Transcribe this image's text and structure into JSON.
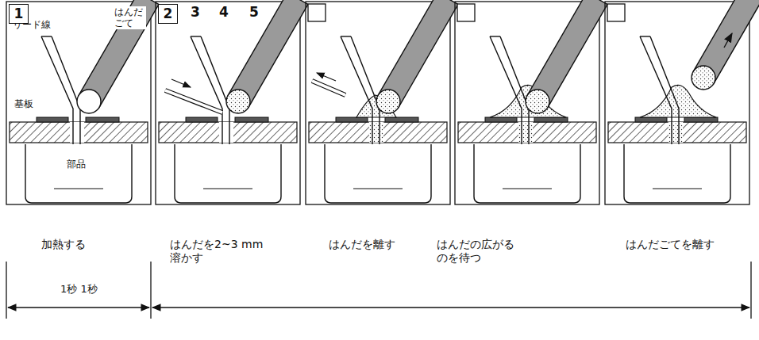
{
  "diagram": {
    "nodes": [
      {
        "text": [
          "1"
        ]
      },
      {
        "text": [
          "2"
        ]
      }
    ],
    "labels": [
      "3",
      "4",
      "5",
      "はんだ ごて",
      "リード線",
      "基板",
      "部品",
      "加熱する",
      "はんだを2~3 mm 溶かす",
      "はんだを離す",
      "はんだの広がる のを待つ",
      "はんだごてを離す",
      "1秒 1秒"
    ]
  }
}
